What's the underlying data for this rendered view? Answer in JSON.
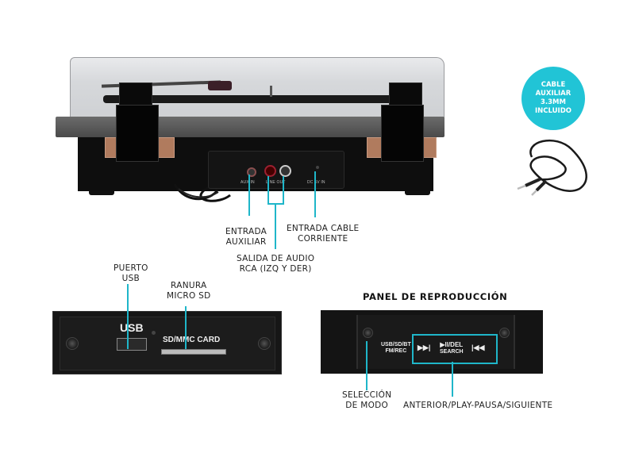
{
  "back_view": {
    "port_labels": {
      "aux_in": "AUX IN",
      "line_out": "LINE OUT",
      "dc_in": "DC 5V IN"
    },
    "callouts": {
      "aux": [
        "ENTRADA",
        "AUXILIAR"
      ],
      "power": [
        "ENTRADA CABLE",
        "CORRIENTE"
      ],
      "rca": [
        "SALIDA DE AUDIO",
        "RCA (IZQ Y DER)"
      ]
    }
  },
  "cable_badge": {
    "lines": [
      "CABLE",
      "AUXILIAR",
      "3.3MM",
      "INCLUIDO"
    ],
    "color": "#21c4d6"
  },
  "usb_panel": {
    "usb_label": "USB",
    "sd_label": "SD/MMC CARD",
    "callouts": {
      "usb": [
        "PUERTO",
        "USB"
      ],
      "sd": [
        "RANURA",
        "MICRO SD"
      ]
    }
  },
  "playback_panel": {
    "title": "PANEL DE REPRODUCCIÓN",
    "mode_label": [
      "USB/SD/BT",
      "FM/REC"
    ],
    "next_symbol": "▶▶|",
    "play_label": [
      "▶II/DEL",
      "SEARCH"
    ],
    "prev_symbol": "|◀◀",
    "callouts": {
      "mode": [
        "SELECCIÓN",
        "DE MODO"
      ],
      "controls": "ANTERIOR/PLAY-PAUSA/SIGUIENTE"
    }
  },
  "accent_color": "#1fb6c9"
}
